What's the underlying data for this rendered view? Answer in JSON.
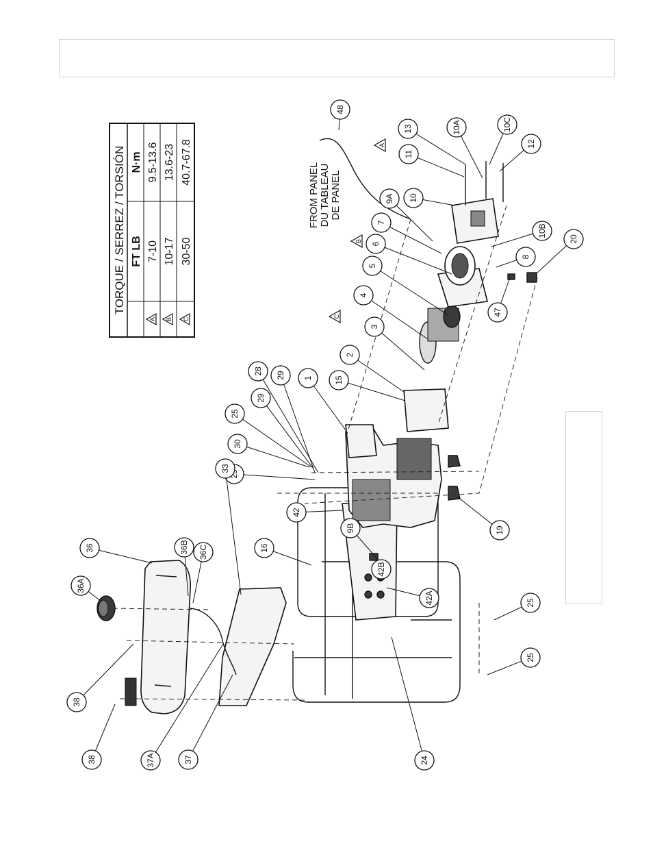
{
  "torque_table": {
    "title": "TORQUE / SERREZ / TORSIÓN",
    "col_ftlb": "FT LB",
    "col_nm": "N·m",
    "rows": [
      {
        "mark": "A",
        "ftlb": "7-10",
        "nm": "9.5-13.6"
      },
      {
        "mark": "B",
        "ftlb": "10-17",
        "nm": "13.6-23"
      },
      {
        "mark": "C",
        "ftlb": "30-50",
        "nm": "40.7-67.8"
      }
    ]
  },
  "note": {
    "line1": "FROM PANEL",
    "line2": "DU TABLEAU",
    "line3": "DE PANEL"
  },
  "torque_marks": [
    "A",
    "B",
    "C"
  ],
  "callouts": [
    "1",
    "2",
    "3",
    "4",
    "5",
    "6",
    "7",
    "8",
    "9A",
    "9B",
    "10",
    "10A",
    "10B",
    "10C",
    "11",
    "12",
    "13",
    "15",
    "16",
    "19",
    "20",
    "24",
    "25",
    "25",
    "25",
    "25",
    "28",
    "29",
    "29",
    "30",
    "33",
    "36",
    "36A",
    "36B",
    "36C",
    "37",
    "37A",
    "38",
    "38",
    "42",
    "42A",
    "42B",
    "47",
    "48"
  ]
}
